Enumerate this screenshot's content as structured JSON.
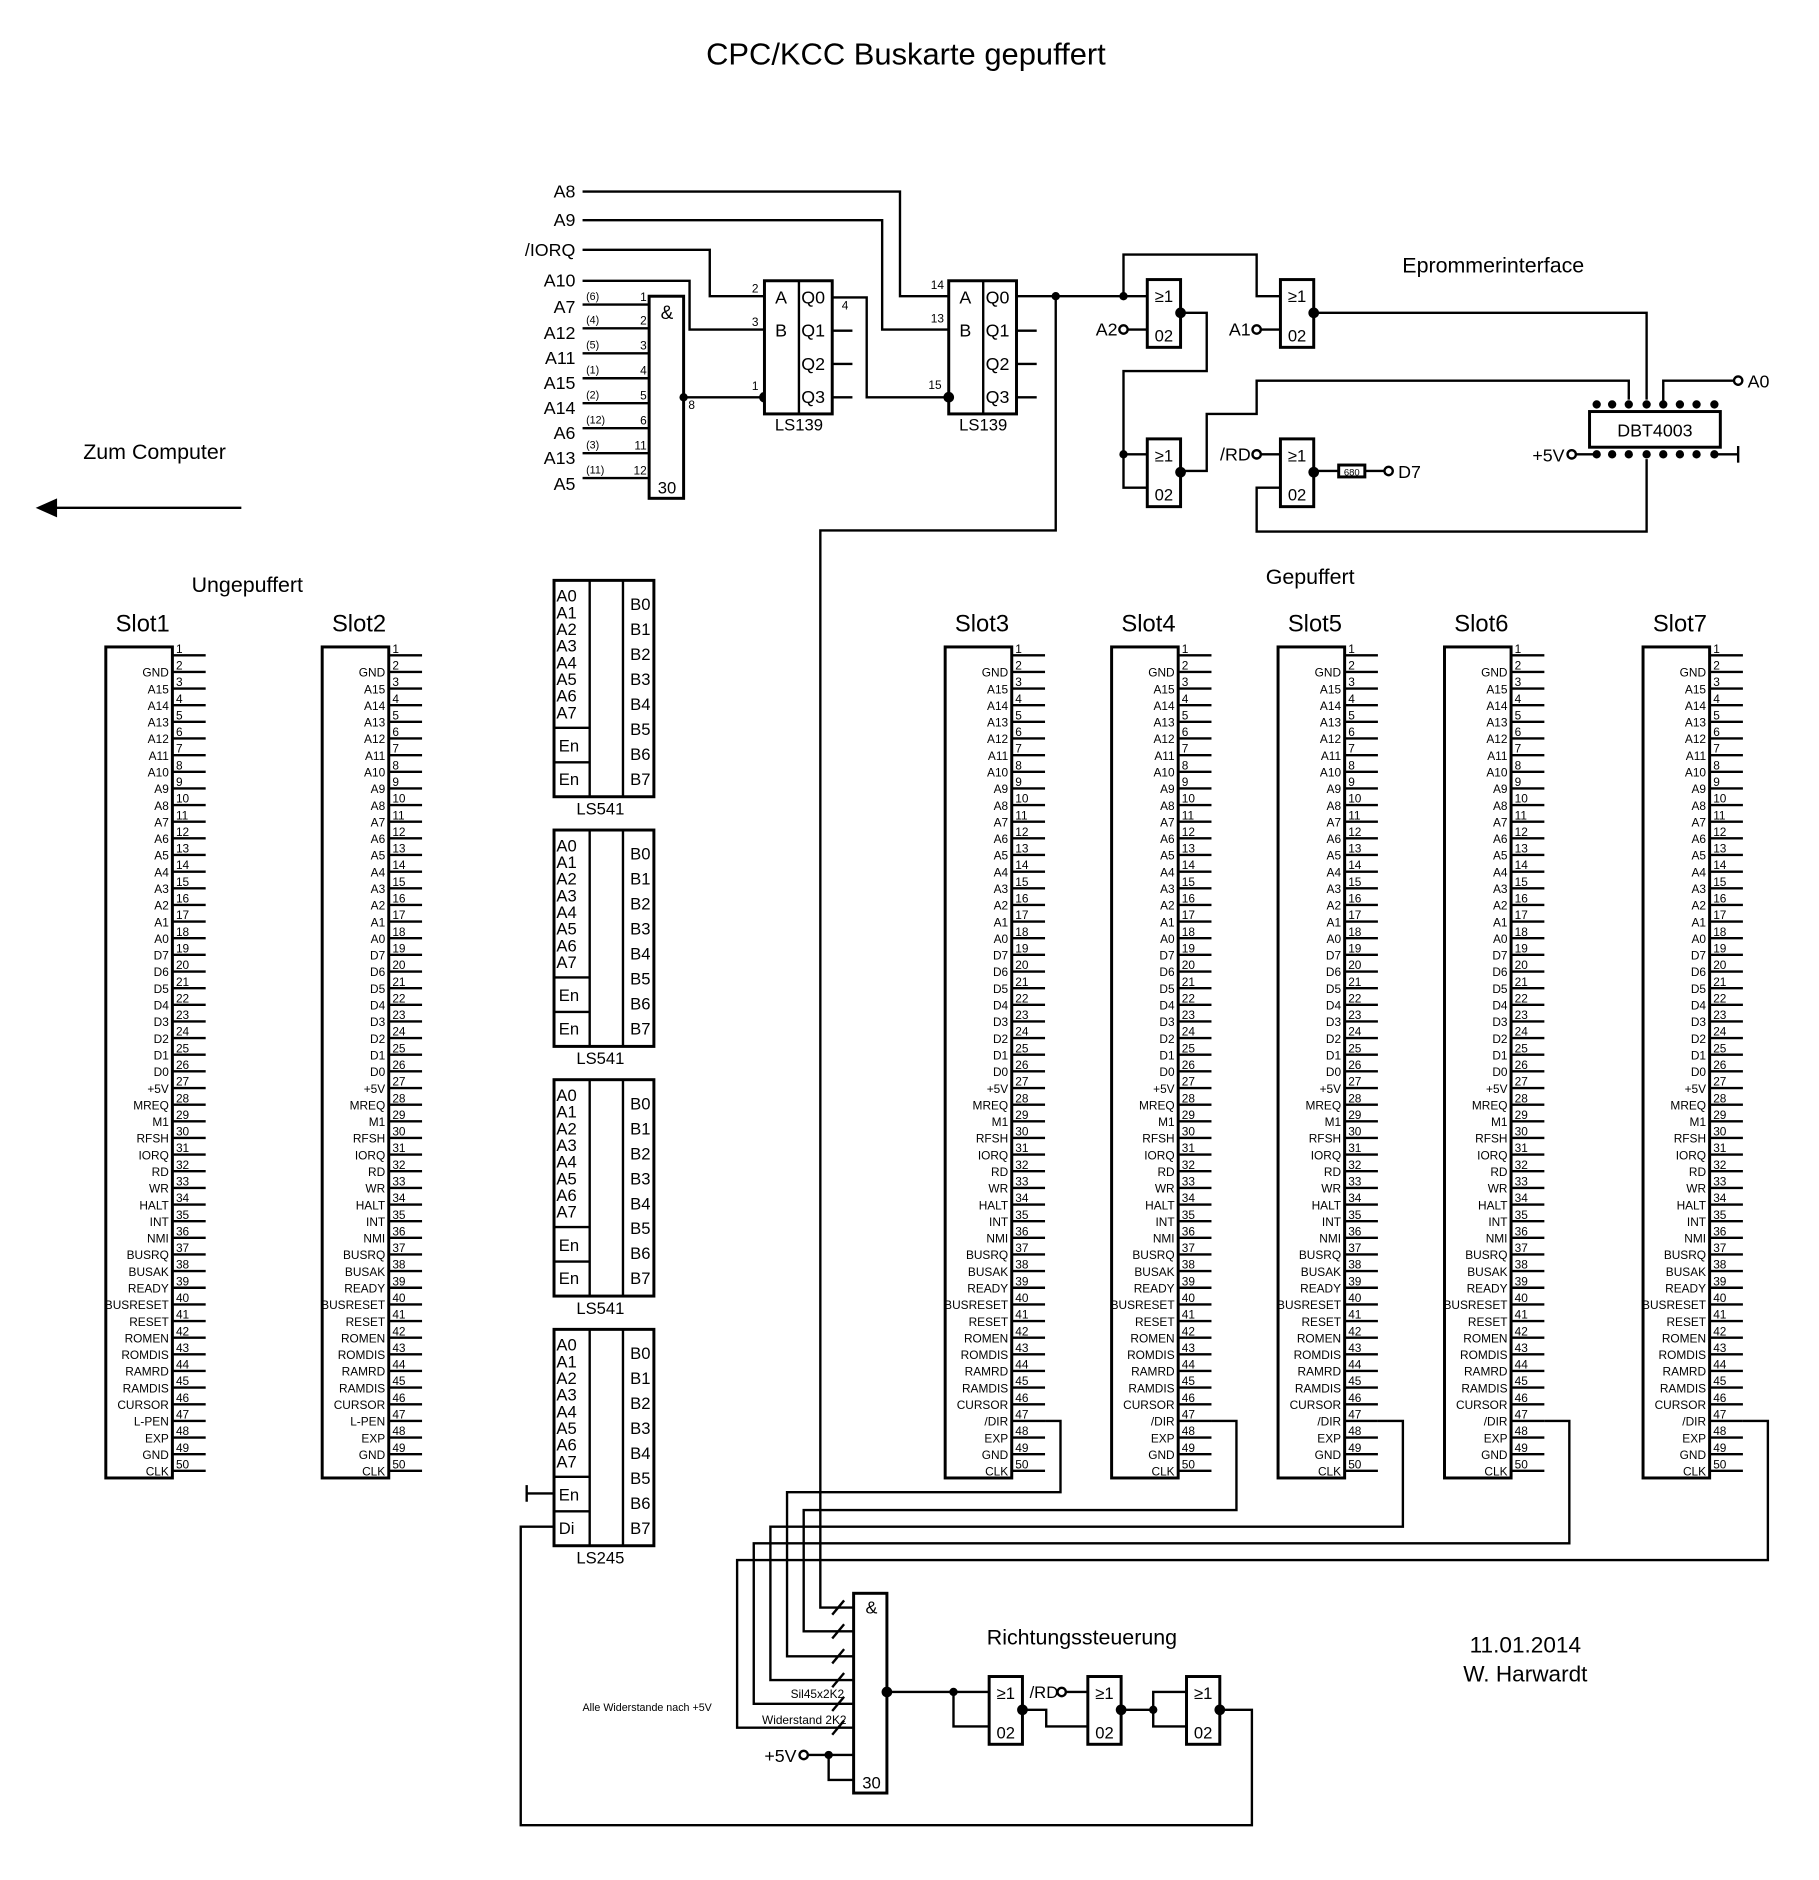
{
  "title": "CPC/KCC Buskarte gepuffert",
  "zum_computer": "Zum Computer",
  "ungepuffert": "Ungepuffert",
  "gepuffert": "Gepuffert",
  "eprommerinterface": "Eprommerinterface",
  "richtungssteuerung": "Richtungssteuerung",
  "date": "11.01.2014",
  "author": "W. Harwardt",
  "decoder": {
    "signals": [
      "A8",
      "A9",
      "/IORQ",
      "A10",
      "A7",
      "A12",
      "A11",
      "A15",
      "A14",
      "A6",
      "A13",
      "A5"
    ],
    "and_pins": [
      "1",
      "2",
      "3",
      "4",
      "5",
      "6",
      "11",
      "12"
    ],
    "and_pin_refs": [
      "(6)",
      "(4)",
      "(5)",
      "(1)",
      "(2)",
      "(12)",
      "(3)",
      "(11)"
    ],
    "and_symbol": "&",
    "and_code": "30",
    "and_out_pin": "8",
    "ls139_label": "LS139",
    "ls139_1_pins": [
      "2",
      "3",
      "1",
      "4"
    ],
    "ls139_2_pins": [
      "14",
      "13",
      "15"
    ],
    "ls139_inputs": [
      "A",
      "B"
    ],
    "ls139_outputs": [
      "Q0",
      "Q1",
      "Q2",
      "Q3"
    ]
  },
  "epromer": {
    "a2": "A2",
    "a1": "A1",
    "rd": "/RD",
    "gate_symbol": "≥1",
    "gate_code": "02",
    "resistor": "680",
    "d7": "D7",
    "a0": "A0",
    "vcc": "+5V",
    "chip": "DBT4003"
  },
  "buffers": [
    {
      "label": "LS541",
      "a": [
        "A0",
        "A1",
        "A2",
        "A3",
        "A4",
        "A5",
        "A6",
        "A7"
      ],
      "b": [
        "B0",
        "B1",
        "B2",
        "B3",
        "B4",
        "B5",
        "B6",
        "B7"
      ],
      "ctrl": [
        "En",
        "En"
      ]
    },
    {
      "label": "LS541",
      "a": [
        "A0",
        "A1",
        "A2",
        "A3",
        "A4",
        "A5",
        "A6",
        "A7"
      ],
      "b": [
        "B0",
        "B1",
        "B2",
        "B3",
        "B4",
        "B5",
        "B6",
        "B7"
      ],
      "ctrl": [
        "En",
        "En"
      ]
    },
    {
      "label": "LS541",
      "a": [
        "A0",
        "A1",
        "A2",
        "A3",
        "A4",
        "A5",
        "A6",
        "A7"
      ],
      "b": [
        "B0",
        "B1",
        "B2",
        "B3",
        "B4",
        "B5",
        "B6",
        "B7"
      ],
      "ctrl": [
        "En",
        "En"
      ]
    },
    {
      "label": "LS245",
      "a": [
        "A0",
        "A1",
        "A2",
        "A3",
        "A4",
        "A5",
        "A6",
        "A7"
      ],
      "b": [
        "B0",
        "B1",
        "B2",
        "B3",
        "B4",
        "B5",
        "B6",
        "B7"
      ],
      "ctrl": [
        "En",
        "Di"
      ]
    }
  ],
  "pin_labels_unbuffered": [
    "",
    "GND",
    "A15",
    "A14",
    "A13",
    "A12",
    "A11",
    "A10",
    "A9",
    "A8",
    "A7",
    "A6",
    "A5",
    "A4",
    "A3",
    "A2",
    "A1",
    "A0",
    "D7",
    "D6",
    "D5",
    "D4",
    "D3",
    "D2",
    "D1",
    "D0",
    "+5V",
    "MREQ",
    "M1",
    "RFSH",
    "IORQ",
    "RD",
    "WR",
    "HALT",
    "INT",
    "NMI",
    "BUSRQ",
    "BUSAK",
    "READY",
    "BUSRESET",
    "RESET",
    "ROMEN",
    "ROMDIS",
    "RAMRD",
    "RAMDIS",
    "CURSOR",
    "L-PEN",
    "EXP",
    "GND",
    "CLK"
  ],
  "pin_labels_buffered": [
    "",
    "GND",
    "A15",
    "A14",
    "A13",
    "A12",
    "A11",
    "A10",
    "A9",
    "A8",
    "A7",
    "A6",
    "A5",
    "A4",
    "A3",
    "A2",
    "A1",
    "A0",
    "D7",
    "D6",
    "D5",
    "D4",
    "D3",
    "D2",
    "D1",
    "D0",
    "+5V",
    "MREQ",
    "M1",
    "RFSH",
    "IORQ",
    "RD",
    "WR",
    "HALT",
    "INT",
    "NMI",
    "BUSRQ",
    "BUSAK",
    "READY",
    "BUSRESET",
    "RESET",
    "ROMEN",
    "ROMDIS",
    "RAMRD",
    "RAMDIS",
    "CURSOR",
    "/DIR",
    "EXP",
    "GND",
    "CLK"
  ],
  "slots": [
    {
      "name": "Slot1",
      "buffered": false
    },
    {
      "name": "Slot2",
      "buffered": false
    },
    {
      "name": "Slot3",
      "buffered": true
    },
    {
      "name": "Slot4",
      "buffered": true
    },
    {
      "name": "Slot5",
      "buffered": true
    },
    {
      "name": "Slot6",
      "buffered": true
    },
    {
      "name": "Slot7",
      "buffered": true
    }
  ],
  "direction": {
    "and_symbol": "&",
    "and_code": "30",
    "sil": "Sil45x2K2",
    "widerstand": "Widerstand 2K2",
    "note": "Alle Widerstande nach +5V",
    "vcc": "+5V",
    "rd": "/RD",
    "gate_symbol": "≥1",
    "gate_code": "02"
  }
}
